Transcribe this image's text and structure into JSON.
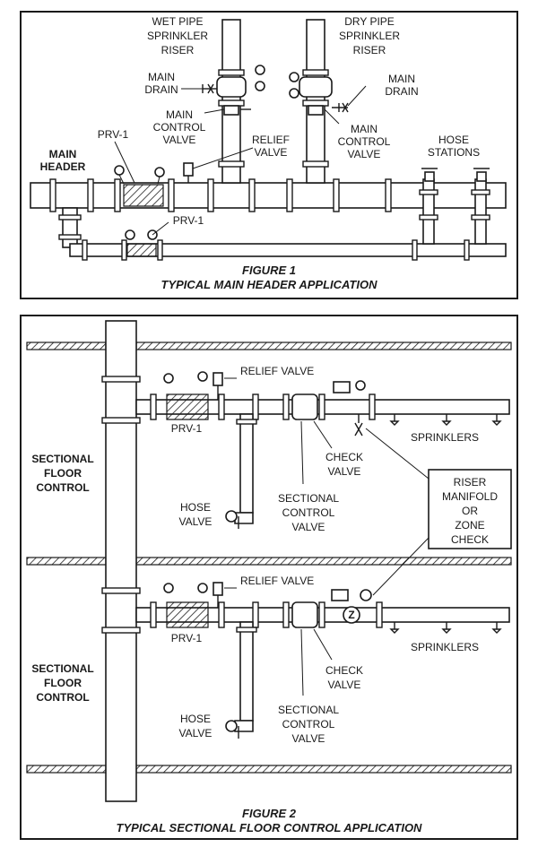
{
  "figure1": {
    "caption_number": "FIGURE 1",
    "caption_title": "TYPICAL MAIN HEADER APPLICATION",
    "labels": {
      "wet_riser": [
        "WET PIPE",
        "SPRINKLER",
        "RISER"
      ],
      "dry_riser": [
        "DRY PIPE",
        "SPRINKLER",
        "RISER"
      ],
      "main_drain_left": [
        "MAIN",
        "DRAIN"
      ],
      "main_drain_right": [
        "MAIN",
        "DRAIN"
      ],
      "main_control_left": [
        "MAIN",
        "CONTROL",
        "VALVE"
      ],
      "main_control_right": [
        "MAIN",
        "CONTROL",
        "VALVE"
      ],
      "relief_valve": [
        "RELIEF",
        "VALVE"
      ],
      "hose_stations": [
        "HOSE",
        "STATIONS"
      ],
      "main_header": [
        "MAIN",
        "HEADER"
      ],
      "prv_top": "PRV-1",
      "prv_bottom": "PRV-1"
    }
  },
  "figure2": {
    "caption_number": "FIGURE 2",
    "caption_title": "TYPICAL SECTIONAL FLOOR CONTROL APPLICATION",
    "floor_upper": {
      "relief_valve": "RELIEF VALVE",
      "prv": "PRV-1",
      "sprinklers": "SPRINKLERS",
      "check_valve": [
        "CHECK",
        "VALVE"
      ],
      "sectional_control_valve": [
        "SECTIONAL",
        "CONTROL",
        "VALVE"
      ],
      "hose_valve": [
        "HOSE",
        "VALVE"
      ],
      "sectional_floor_control": [
        "SECTIONAL",
        "FLOOR",
        "CONTROL"
      ]
    },
    "floor_lower": {
      "relief_valve": "RELIEF VALVE",
      "prv": "PRV-1",
      "sprinklers": "SPRINKLERS",
      "check_valve": [
        "CHECK",
        "VALVE"
      ],
      "sectional_control_valve": [
        "SECTIONAL",
        "CONTROL",
        "VALVE"
      ],
      "hose_valve": [
        "HOSE",
        "VALVE"
      ],
      "sectional_floor_control": [
        "SECTIONAL",
        "FLOOR",
        "CONTROL"
      ]
    },
    "riser_manifold_box": [
      "RISER",
      "MANIFOLD",
      "OR",
      "ZONE",
      "CHECK"
    ]
  }
}
